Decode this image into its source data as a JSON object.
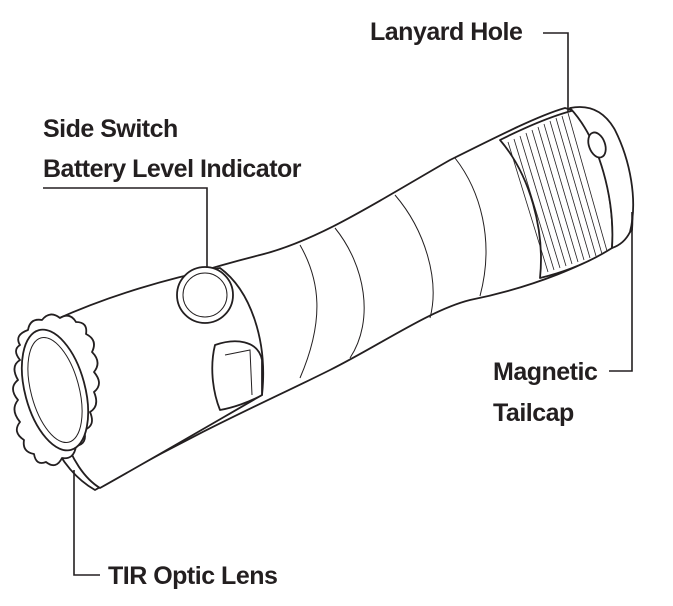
{
  "labels": {
    "lanyard_hole": "Lanyard Hole",
    "side_switch": "Side Switch",
    "battery_indicator": "Battery Level Indicator",
    "magnetic": "Magnetic",
    "tailcap": "Tailcap",
    "tir_lens": "TIR Optic Lens"
  },
  "colors": {
    "ink": "#231f20",
    "paper": "#ffffff"
  }
}
